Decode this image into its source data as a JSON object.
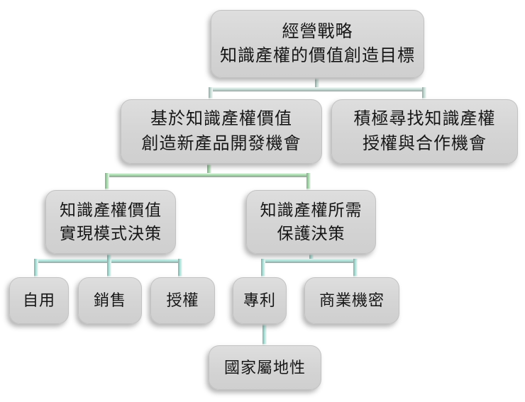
{
  "diagram": {
    "title": "IP value creation decision flowchart",
    "nodes": {
      "root": {
        "lines": [
          "經營戰略",
          "知識產權的價值創造目標"
        ]
      },
      "develop": {
        "lines": [
          "基於知識產權價值",
          "創造新產品開發機會"
        ]
      },
      "license_seek": {
        "lines": [
          "積極尋找知識產權",
          "授權與合作機會"
        ]
      },
      "value_mode": {
        "lines": [
          "知識產權價值",
          "實現模式決策"
        ]
      },
      "protection": {
        "lines": [
          "知識產權所需",
          "保護決策"
        ]
      },
      "self_use": {
        "lines": [
          "自用"
        ]
      },
      "sell": {
        "lines": [
          "銷售"
        ]
      },
      "license": {
        "lines": [
          "授權"
        ]
      },
      "patent": {
        "lines": [
          "專利"
        ]
      },
      "trade_secret": {
        "lines": [
          "商業機密"
        ]
      },
      "territoriality": {
        "lines": [
          "國家屬地性"
        ]
      }
    },
    "edges": [
      [
        "root",
        "develop"
      ],
      [
        "root",
        "license_seek"
      ],
      [
        "develop",
        "value_mode"
      ],
      [
        "develop",
        "protection"
      ],
      [
        "value_mode",
        "self_use"
      ],
      [
        "value_mode",
        "sell"
      ],
      [
        "value_mode",
        "license"
      ],
      [
        "protection",
        "patent"
      ],
      [
        "protection",
        "trade_secret"
      ],
      [
        "patent",
        "territoriality"
      ]
    ],
    "colors": {
      "box_fill": "#d4d4d4",
      "connector_top": "#c5ddd6",
      "connector_green": "#a5dcaa",
      "connector_teal": "#ace6dd",
      "text": "#161616"
    }
  }
}
